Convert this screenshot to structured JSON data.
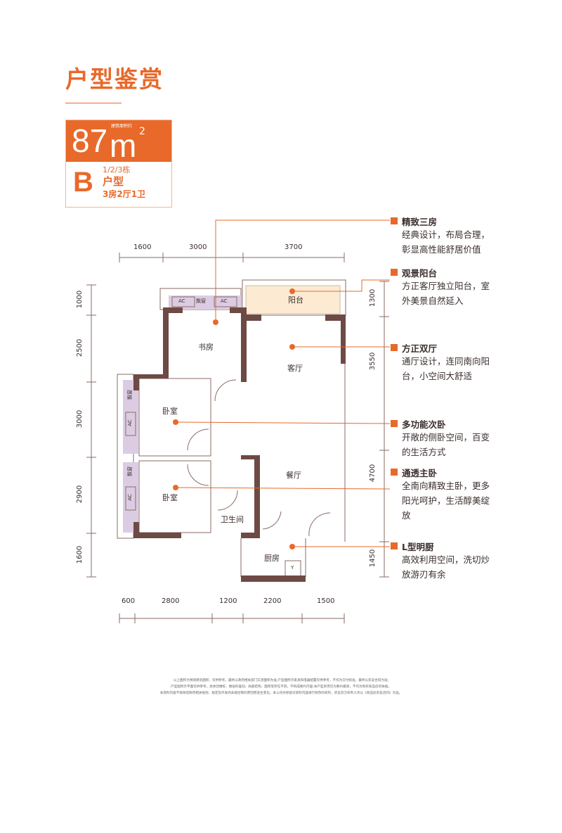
{
  "header": {
    "title": "户型鉴赏"
  },
  "card": {
    "area": "87",
    "unit": "m",
    "unit_sup": "2",
    "area_label": "建筑面积约",
    "type_letter": "B",
    "buildings": "1/2/3栋",
    "type_word": "户型",
    "layout": "3房2厅1卫"
  },
  "rooms": {
    "study": "书房",
    "living": "客厅",
    "balcony": "阳台",
    "bedroom1": "卧室",
    "bedroom2": "卧室",
    "dining": "餐厅",
    "bathroom": "卫生间",
    "kitchen": "厨房",
    "bay_window": "飘窗",
    "ac": "AC",
    "flue": "Y"
  },
  "dimensions": {
    "top": [
      "1600",
      "3000",
      "3700"
    ],
    "bottom": [
      "600",
      "2800",
      "1200",
      "2200",
      "1500"
    ],
    "left": [
      "1000",
      "2500",
      "3000",
      "2900",
      "1600"
    ],
    "right": [
      "1300",
      "3550",
      "4700",
      "1450"
    ]
  },
  "annotations": [
    {
      "title": "精致三房",
      "desc": "经典设计，布局合理，彰显高性能舒居价值"
    },
    {
      "title": "观景阳台",
      "desc": "方正客厅独立阳台，室外美景自然延入"
    },
    {
      "title": "方正双厅",
      "desc": "通厅设计，连同南向阳台，小空间大舒适"
    },
    {
      "title": "多功能次卧",
      "desc": "开敞的侧卧空间，百变的生活方式"
    },
    {
      "title": "通透主卧",
      "desc": "全南向精致主卧，更多阳光呵护，生活醇美绽放"
    },
    {
      "title": "L型明厨",
      "desc": "高效利用空间，洗切炒放游刃有余"
    }
  ],
  "disclaimer": [
    "以上面积为预测建筑面积，仅供参考，最终以政府相关部门实测面积为准;户型图所示家具和电器配置仅供参考，不作为交付标准，最终以买卖合同为准;",
    "户型图所示平面仅供参考，具体因楼栋、楼层的差别，局部结构、面积等存在不同，不构成要约内容;本户型单页仅为要约邀请，不作为购买商品房的依据。",
    "本资料内容不排除因政府相关规划、规定及开发商未能控制的原因而发生变化，本公司亦保留对资料内容进行修改的权利，买卖双方权利义务以《商品房买卖合同》为准。"
  ],
  "colors": {
    "accent": "#E8692A",
    "wall": "#6E4A45",
    "bay": "#DCCCE3",
    "balcony": "#FCEBD2"
  }
}
